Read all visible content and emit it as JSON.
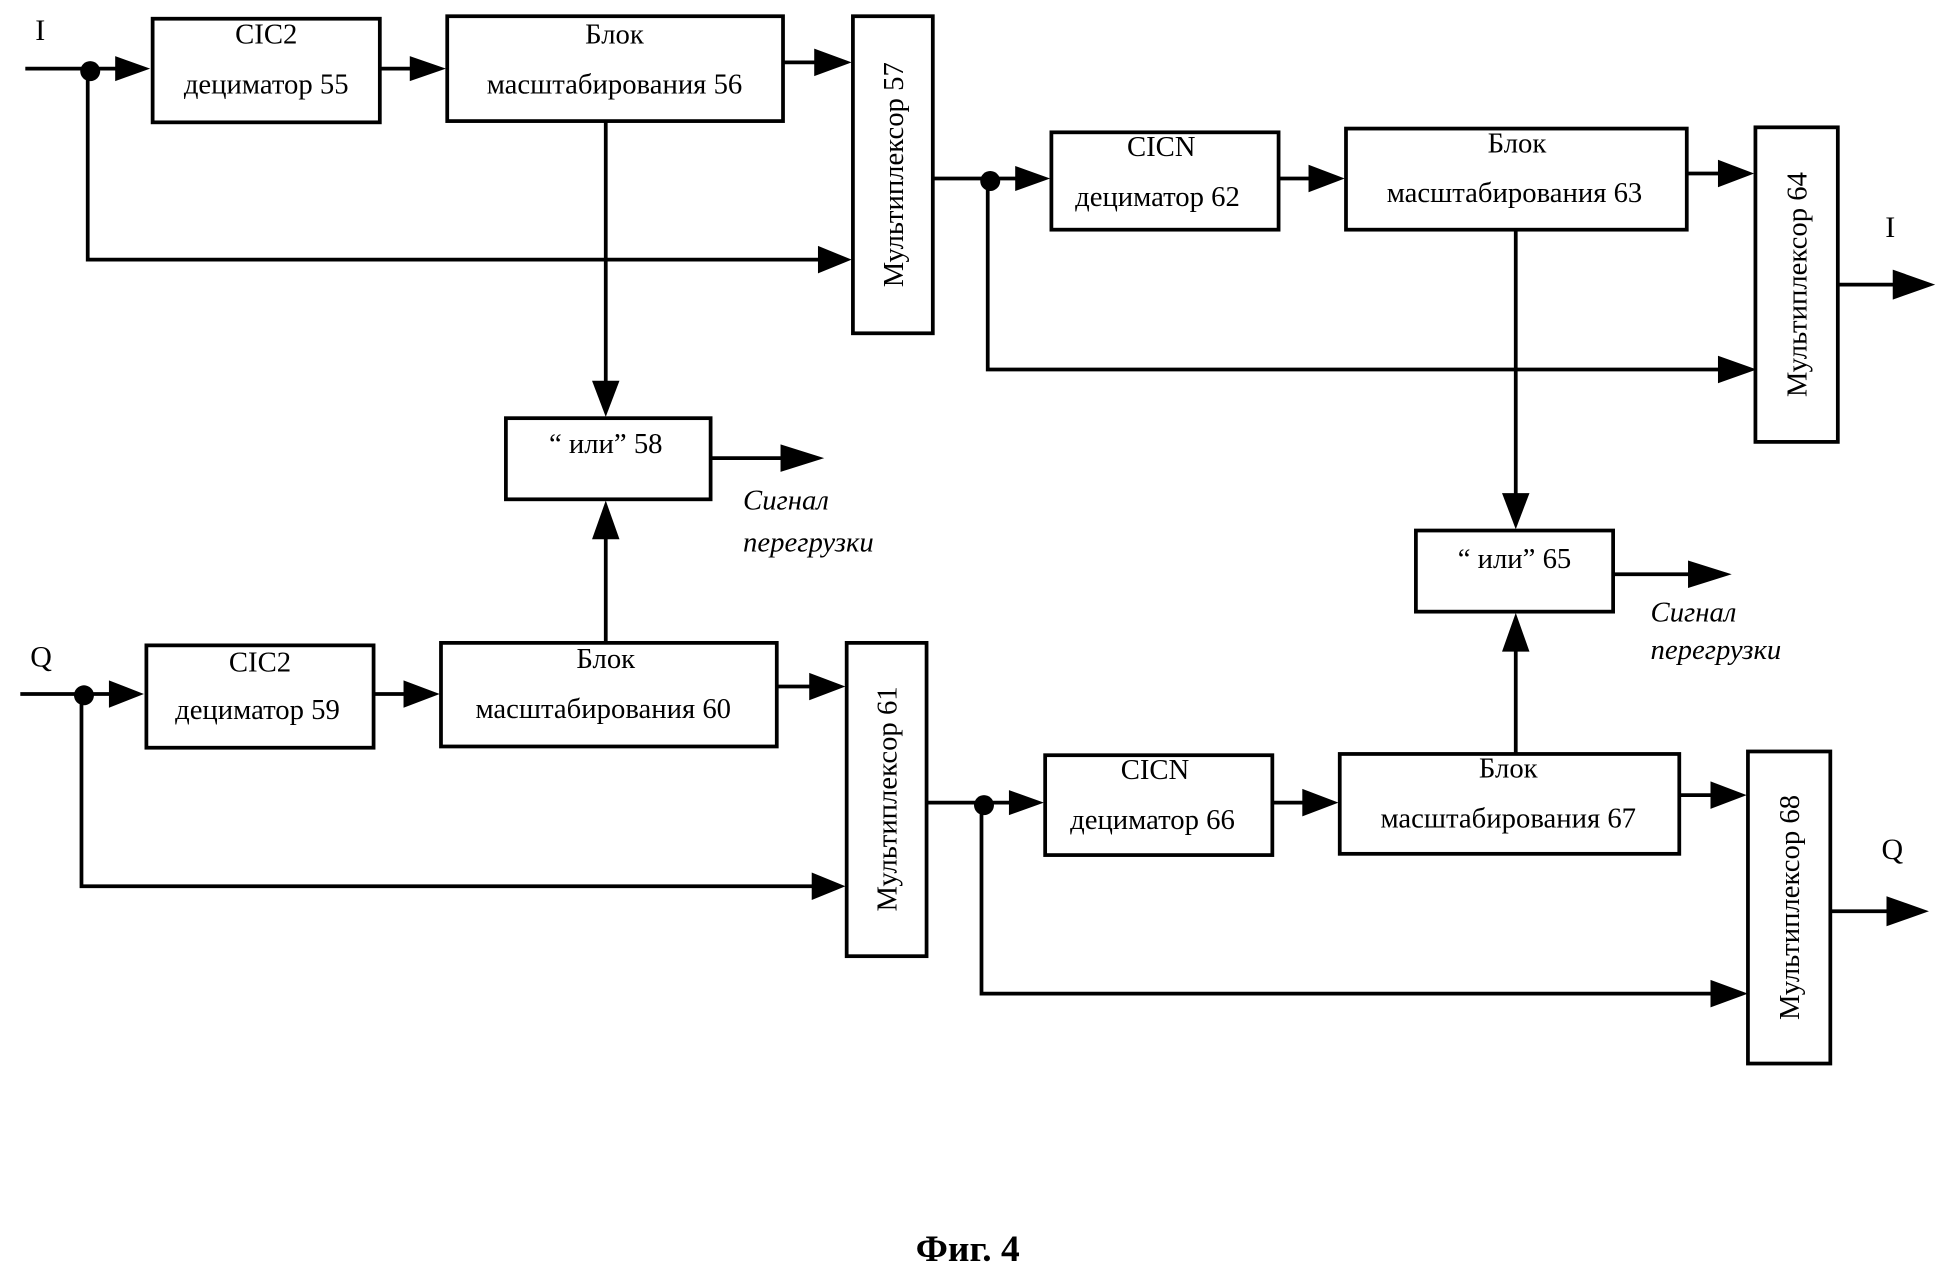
{
  "figure": {
    "caption": "Фиг. 4",
    "inputs": {
      "i": "I",
      "q": "Q"
    },
    "outputs": {
      "i": "I",
      "q": "Q"
    },
    "blocks": {
      "b55": {
        "line1": "CIC2",
        "line2": "дециматор 55"
      },
      "b56": {
        "line1": "Блок",
        "line2": "масштабирования  56"
      },
      "b57": {
        "label": "Мультиплексор  57"
      },
      "b58": {
        "label": "“ или” 58"
      },
      "b59": {
        "line1": "CIC2",
        "line2": "дециматор 59"
      },
      "b60": {
        "line1": "Блок",
        "line2": "масштабирования  60"
      },
      "b61": {
        "label": "Мультиплексор 61"
      },
      "b62": {
        "line1": "CICN",
        "line2": "дециматор 62"
      },
      "b63": {
        "line1": "Блок",
        "line2": "масштабирования 63"
      },
      "b64": {
        "label": "Мультиплексор 64"
      },
      "b65": {
        "label": "“ или”  65"
      },
      "b66": {
        "line1": "CICN",
        "line2": "дециматор 66"
      },
      "b67": {
        "line1": "Блок",
        "line2": "масштабирования 67"
      },
      "b68": {
        "label": "Мультиплексор 68"
      }
    },
    "overload_signal": {
      "line1": "Сигнал",
      "line2": "перегрузки"
    }
  }
}
